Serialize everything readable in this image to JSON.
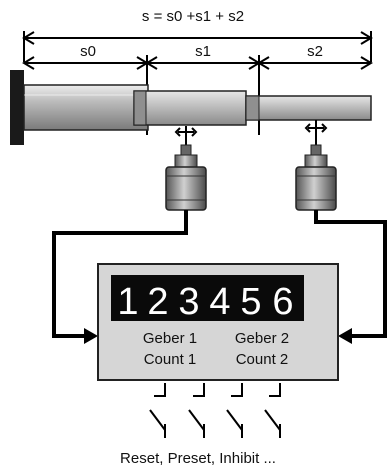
{
  "formula": "s = s0 +s1 + s2",
  "segments": [
    {
      "label": "s0"
    },
    {
      "label": "s1"
    },
    {
      "label": "s2"
    }
  ],
  "display": {
    "digits": [
      "1",
      "2",
      "3",
      "4",
      "5",
      "6"
    ]
  },
  "channels": [
    {
      "geber": "Geber 1",
      "count": "Count 1"
    },
    {
      "geber": "Geber 2",
      "count": "Count 2"
    }
  ],
  "footer": "Reset, Preset, Inhibit ..."
}
